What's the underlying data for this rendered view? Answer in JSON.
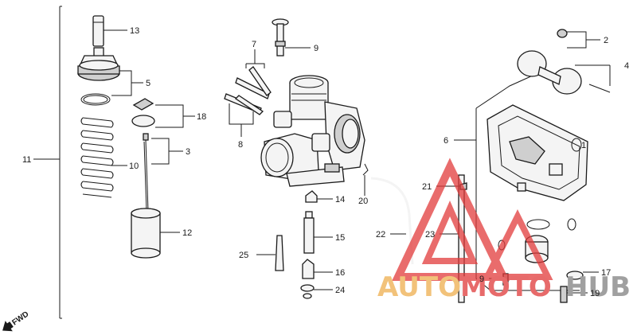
{
  "callouts": {
    "c1": "1",
    "c2": "2",
    "c3": "3",
    "c4": "4",
    "c5": "5",
    "c6": "6",
    "c7": "7",
    "c8": "8",
    "c9": "9",
    "c10": "10",
    "c11": "11",
    "c12": "12",
    "c13": "13",
    "c14": "14",
    "c15": "15",
    "c16": "16",
    "c17": "17",
    "c18": "18",
    "c19": "19",
    "c20": "20",
    "c21": "21",
    "c22": "22",
    "c23": "23",
    "c24": "24",
    "c25": "25"
  },
  "direction": {
    "label": "FWD"
  },
  "watermark": {
    "part1": "AUTO",
    "part2": "MOTO",
    "part3": "HUB",
    "color_auto": "#f2c27a",
    "color_moto": "#e76a6a",
    "color_hub": "#a0a0a0"
  },
  "colors": {
    "line": "#1a1a1a",
    "background": "#ffffff",
    "logo_red": "#e23b3b"
  }
}
